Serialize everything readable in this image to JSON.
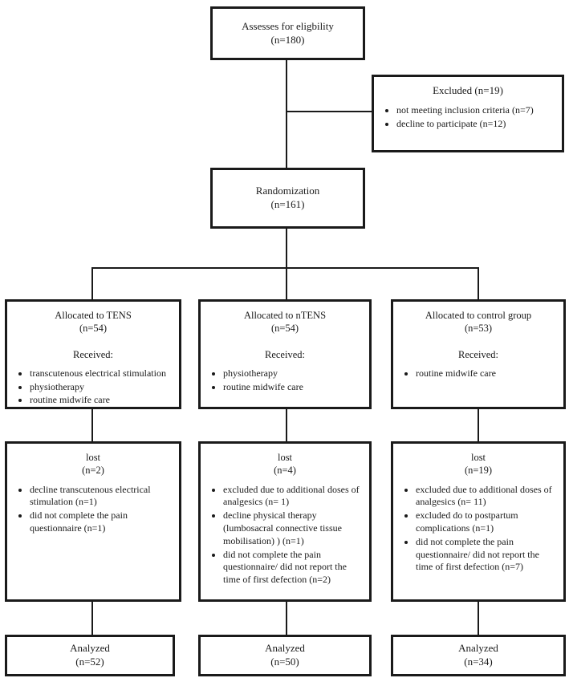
{
  "diagram": {
    "title": "CONSORT participant flow diagram",
    "colors": {
      "line": "#1a1a1a",
      "background": "#ffffff",
      "text": "#1a1a1a"
    },
    "eligibility": {
      "line1": "Assesses for eligbility",
      "line2": "(n=180)"
    },
    "excluded": {
      "title": "Excluded (n=19)",
      "bullets": [
        "not meeting inclusion criteria (n=7)",
        "decline to participate (n=12)"
      ]
    },
    "randomization": {
      "line1": "Randomization",
      "line2": "(n=161)"
    },
    "allocated": [
      {
        "line1": "Allocated to TENS",
        "line2": "(n=54)",
        "received_label": "Received:",
        "bullets": [
          "transcutenous electrical stimulation",
          "physiotherapy",
          "routine midwife care"
        ]
      },
      {
        "line1": "Allocated to nTENS",
        "line2": "(n=54)",
        "received_label": "Received:",
        "bullets": [
          "physiotherapy",
          "routine midwife care"
        ]
      },
      {
        "line1": "Allocated to control group",
        "line2": "(n=53)",
        "received_label": "Received:",
        "bullets": [
          "routine midwife care"
        ]
      }
    ],
    "lost": [
      {
        "line1": "lost",
        "line2": "(n=2)",
        "bullets": [
          "decline transcutenous electrical stimulation (n=1)",
          "did not complete the pain questionnaire (n=1)"
        ]
      },
      {
        "line1": "lost",
        "line2": "(n=4)",
        "bullets": [
          "excluded due to additional doses of analgesics (n= 1)",
          "decline physical therapy (lumbosacral connective tissue mobilisation) ) (n=1)",
          "did not complete the pain questionnaire/ did not report the time of first defection (n=2)"
        ]
      },
      {
        "line1": "lost",
        "line2": "(n=19)",
        "bullets": [
          "excluded due to additional doses of analgesics (n= 11)",
          "excluded do to postpartum complications (n=1)",
          "did not complete the pain questionnaire/ did not report the time of first defection (n=7)"
        ]
      }
    ],
    "analyzed": [
      {
        "line1": "Analyzed",
        "line2": "(n=52)"
      },
      {
        "line1": "Analyzed",
        "line2": "(n=50)"
      },
      {
        "line1": "Analyzed",
        "line2": "(n=34)"
      }
    ]
  }
}
